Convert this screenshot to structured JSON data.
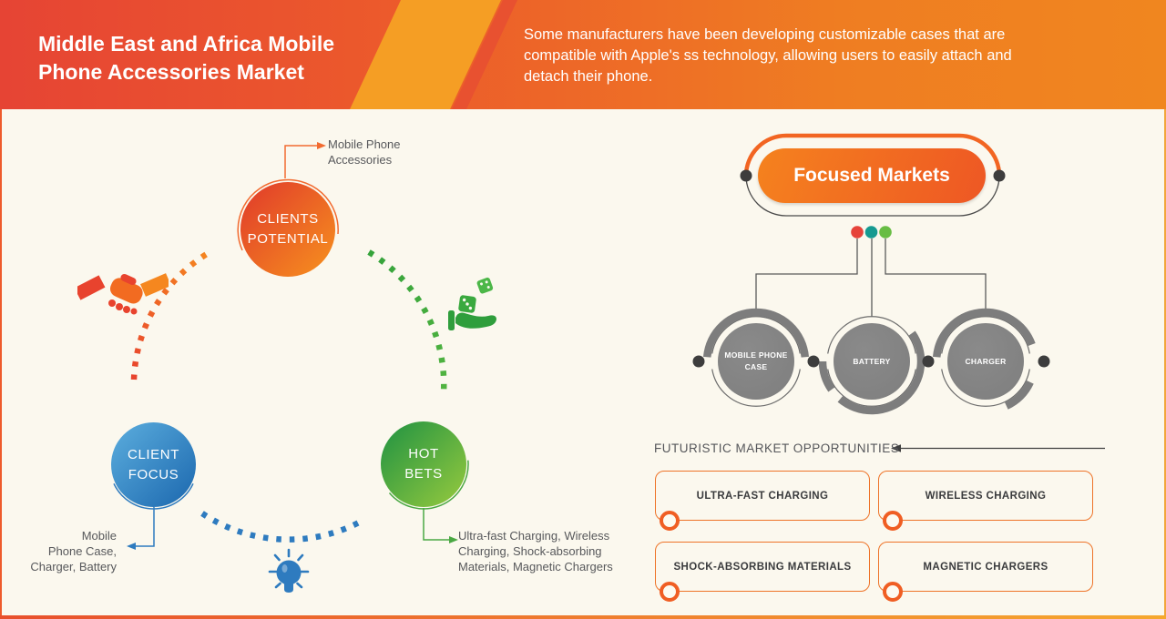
{
  "header": {
    "title_lines": [
      "Middle East and Africa Mobile",
      "Phone Accessories Market"
    ],
    "description_lines": [
      "Some manufacturers have been developing customizable  cases that are",
      "compatible with Apple's ss technology, allowing users to easily attach and",
      "detach their phone."
    ]
  },
  "left_diagram": {
    "clients_potential": {
      "label_lines": [
        "CLIENTS",
        "POTENTIAL"
      ],
      "annotation_lines": [
        "Mobile Phone",
        "Accessories"
      ]
    },
    "client_focus": {
      "label_lines": [
        "CLIENT",
        "FOCUS"
      ],
      "annotation_lines": [
        "Mobile",
        "Phone Case,",
        "Charger, Battery"
      ]
    },
    "hot_bets": {
      "label_lines": [
        "HOT",
        "BETS"
      ],
      "annotation_lines": [
        "Ultra-fast Charging, Wireless",
        "Charging, Shock-absorbing",
        "Materials, Magnetic Chargers"
      ]
    }
  },
  "right_diagram": {
    "pill_label": "Focused Markets",
    "segments": [
      {
        "label": "MOBILE PHONE CASE"
      },
      {
        "label": "BATTERY"
      },
      {
        "label": "CHARGER"
      }
    ],
    "opportunities_heading": "FUTURISTIC MARKET OPPORTUNITIES",
    "opportunities": [
      {
        "label": "ULTRA-FAST CHARGING"
      },
      {
        "label": "WIRELESS CHARGING"
      },
      {
        "label": "SHOCK-ABSORBING MATERIALS"
      },
      {
        "label": "MAGNETIC CHARGERS"
      }
    ]
  },
  "icons": {
    "handshake": "handshake-icon",
    "dice_hand": "dice-in-hand-icon",
    "lightbulb": "lightbulb-icon",
    "heading_arrow": "left-arrow-icon"
  },
  "colors": {
    "background": "#fbf8ee",
    "header_red": "#e64434",
    "header_orange": "#f0861f",
    "accent_orange": "#f26522",
    "clients_potential_gradient": [
      "#e0392b",
      "#f7921e"
    ],
    "client_focus_gradient": [
      "#5caede",
      "#1b67ae"
    ],
    "hot_bets_gradient": [
      "#1f9242",
      "#97ca3e"
    ],
    "segment_gray": "#838383",
    "dot_red": "#e6433a",
    "dot_teal": "#169a91",
    "dot_green": "#68bd44",
    "arc_blue": "#2e7bbf",
    "arc_green": "#3aa93f"
  }
}
